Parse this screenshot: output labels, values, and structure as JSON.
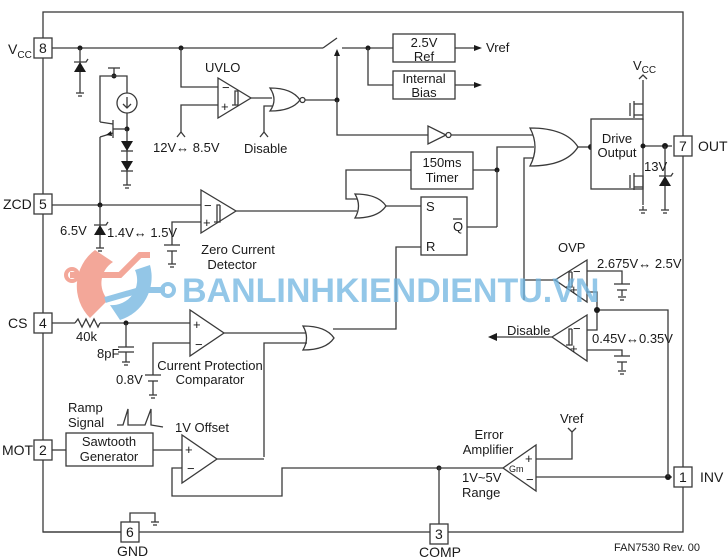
{
  "diagram": {
    "title": "FAN7530 internal block diagram",
    "revision_label": "FAN7530 Rev. 00",
    "pins": [
      {
        "number": "8",
        "name": "V",
        "sub": "CC"
      },
      {
        "number": "5",
        "name": "ZCD"
      },
      {
        "number": "4",
        "name": "CS"
      },
      {
        "number": "2",
        "name": "MOT"
      },
      {
        "number": "6",
        "name": "GND"
      },
      {
        "number": "3",
        "name": "COMP"
      },
      {
        "number": "1",
        "name": "INV"
      },
      {
        "number": "7",
        "name": "OUT"
      }
    ],
    "blocks": {
      "uvlo": {
        "label": "UVLO",
        "threshold": "12V↔ 8.5V",
        "minus": "−",
        "plus": "+"
      },
      "disable_input": "Disable",
      "ref": {
        "line1": "2.5V",
        "line2": "Ref",
        "output": "Vref"
      },
      "bias": {
        "line1": "Internal",
        "line2": "Bias"
      },
      "timer": {
        "line1": "150ms",
        "line2": "Timer"
      },
      "latch": {
        "s": "S",
        "r": "R",
        "q": "Q"
      },
      "drive": {
        "line1": "Drive",
        "line2": "Output",
        "vcc": "V",
        "vcc_sub": "CC",
        "zener": "13V"
      },
      "zcd": {
        "line1": "Zero Current",
        "line2": "Detector",
        "zener": "6.5V",
        "threshold": "1.4V↔ 1.5V"
      },
      "cs": {
        "resistor": "40k",
        "capacitor": "8pF",
        "ref": "0.8V",
        "line1": "Current Protection",
        "line2": "Comparator"
      },
      "ramp": {
        "line1": "Ramp",
        "line2": "Signal",
        "offset": "1V Offset"
      },
      "sawtooth": {
        "line1": "Sawtooth",
        "line2": "Generator"
      },
      "ovp": {
        "label": "OVP",
        "threshold": "2.675V↔ 2.5V"
      },
      "disable_comp": {
        "label": "Disable",
        "threshold": "0.45V↔0.35V"
      },
      "error_amp": {
        "line1": "Error",
        "line2": "Amplifier",
        "gm": "Gm",
        "ref": "Vref",
        "range1": "1V~5V",
        "range2": "Range"
      }
    },
    "watermark": "BANLINHKIENDIENTU.VN",
    "colors": {
      "wire": "#3a3a3a",
      "watermark_blue": "#6fb4e0",
      "watermark_red": "#f08a78"
    }
  }
}
